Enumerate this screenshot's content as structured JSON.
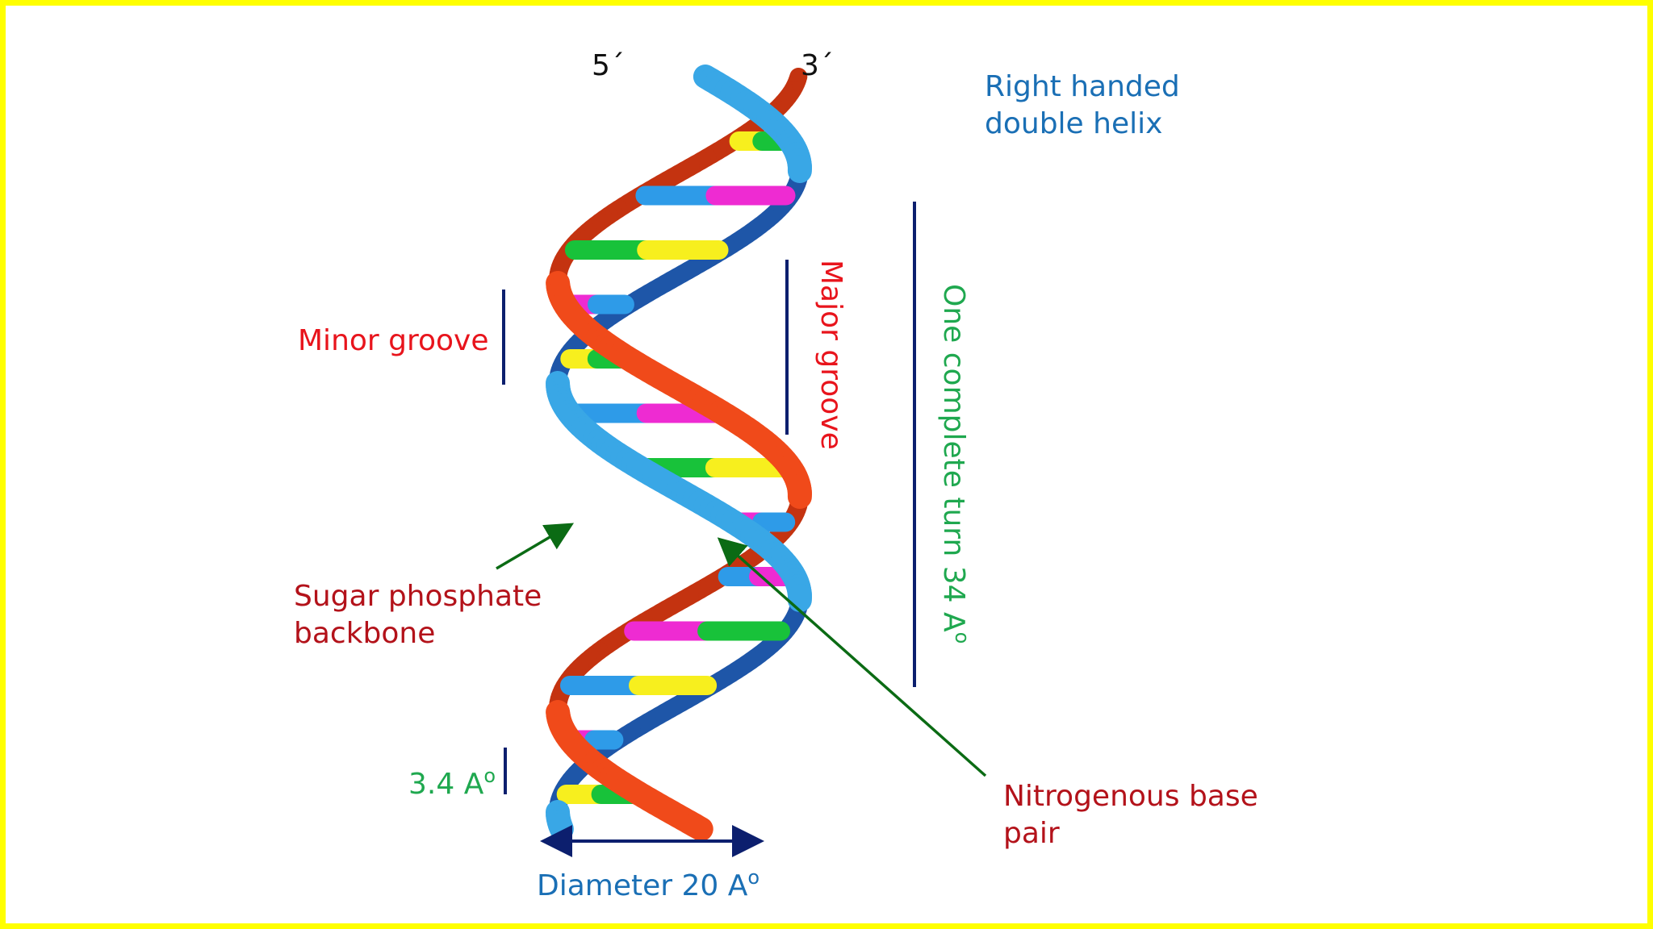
{
  "labels": {
    "five_prime": "5´",
    "three_prime": "3´",
    "right_handed_1": "Right handed",
    "right_handed_2": "double helix",
    "minor_groove": "Minor groove",
    "major_groove": "Major groove",
    "complete_turn": "One complete turn 34 A",
    "complete_turn_sup": "o",
    "sugar_1": "Sugar phosphate",
    "sugar_2": "backbone",
    "base_pair_1": "Nitrogenous base",
    "base_pair_2": "pair",
    "rise": "3.4 A",
    "rise_sup": "o",
    "diameter": "Diameter 20 A",
    "diameter_sup": "o"
  },
  "colors": {
    "frame": "#ffff00",
    "blue_text": "#1a6fb5",
    "red_text": "#e8141c",
    "dark_red_text": "#b3121a",
    "green_text": "#1fa84f",
    "navy_line": "#0c1f6e",
    "dark_green_arrow": "#0b6b14",
    "strand_red": "#f04a1a",
    "strand_red_dark": "#c43310",
    "strand_blue": "#39a7e6",
    "strand_blue_dark": "#1e56a8",
    "base_green": "#18c23a",
    "base_yellow": "#f7ef1e",
    "base_magenta": "#ee2bd2",
    "base_blue": "#2e9be8"
  },
  "base_pairs": [
    {
      "left": "base_yellow",
      "right": "base_green"
    },
    {
      "left": "base_blue",
      "right": "base_magenta"
    },
    {
      "left": "base_green",
      "right": "base_yellow"
    },
    {
      "left": "base_magenta",
      "right": "base_blue"
    },
    {
      "left": "base_yellow",
      "right": "base_green"
    },
    {
      "left": "base_blue",
      "right": "base_magenta"
    },
    {
      "left": "base_green",
      "right": "base_yellow"
    },
    {
      "left": "base_magenta",
      "right": "base_blue"
    },
    {
      "left": "base_blue",
      "right": "base_magenta"
    },
    {
      "left": "base_magenta",
      "right": "base_green"
    },
    {
      "left": "base_blue",
      "right": "base_yellow"
    },
    {
      "left": "base_magenta",
      "right": "base_blue"
    },
    {
      "left": "base_yellow",
      "right": "base_green"
    }
  ]
}
